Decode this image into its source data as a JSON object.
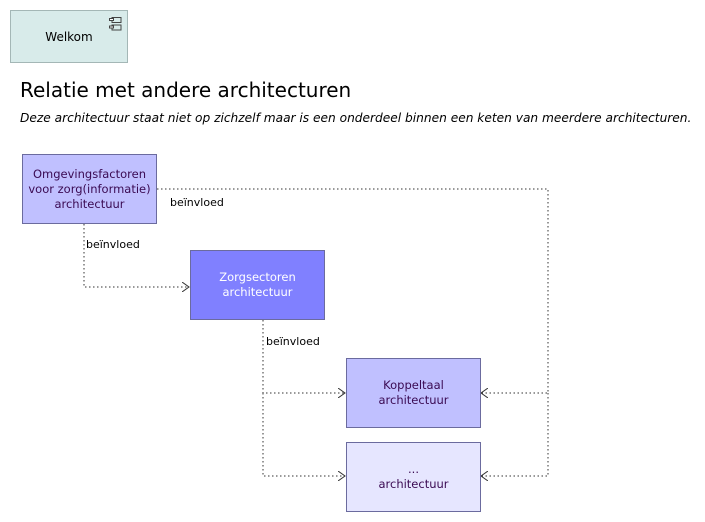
{
  "welcome": {
    "label": "Welkom",
    "icon": "component-icon"
  },
  "page": {
    "title": "Relatie met andere architecturen",
    "subtitle": "Deze architectuur staat niet op zichzelf maar is een onderdeel binnen een keten van meerdere architecturen."
  },
  "nodes": {
    "omgevingsfactoren": {
      "label": "Omgevingsfactoren\nvoor zorg(informatie)\narchitectuur",
      "fill": "#c0c0ff",
      "text_color": "#3a0a52"
    },
    "zorgsectoren": {
      "label": "Zorgsectoren\narchitectuur",
      "fill": "#8080ff",
      "text_color": "#ffffff"
    },
    "koppeltaal": {
      "label": "Koppeltaal\narchitectuur",
      "fill": "#c0c0ff",
      "text_color": "#3a0a52"
    },
    "overig": {
      "label": "...\narchitectuur",
      "fill": "#e6e6ff",
      "text_color": "#3a0a52"
    }
  },
  "edges": {
    "omgevingsfactoren_right": "beïnvloed",
    "omgevingsfactoren_down": "beïnvloed",
    "zorgsectoren_down": "beïnvloed"
  }
}
